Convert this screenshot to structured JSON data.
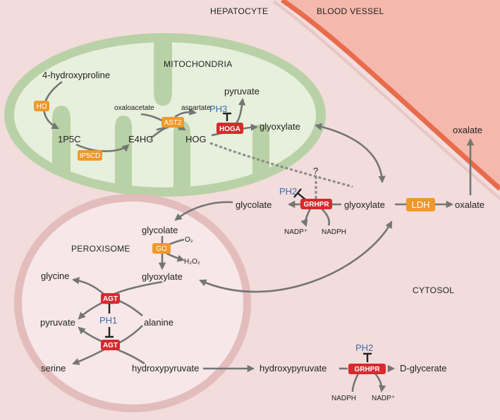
{
  "regions": {
    "hepatocyte": "HEPATOCYTE",
    "blood_vessel": "BLOOD VESSEL",
    "mitochondria": "MITOCHONDRIA",
    "peroxisome": "PEROXISOME",
    "cytosol": "CYTOSOL"
  },
  "metabolites": {
    "hydroxyproline": "4-hydroxyproline",
    "p5c": "1P5C",
    "e4hg": "E4HG",
    "oxaloacetate": "oxaloacetate",
    "aspartate": "aspartate",
    "hog": "HOG",
    "pyruvate_mito": "pyruvate",
    "glyoxylate_mito": "glyoxylate",
    "oxalate_blood": "oxalate",
    "question": "?",
    "glycolate_cyto": "glycolate",
    "glyoxylate_cyto": "glyoxylate",
    "oxalate_cyto": "oxalate",
    "nadp_plus_1": "NADP⁺",
    "nadph_1": "NADPH",
    "glycolate_perox": "glycolate",
    "o2": "O₂",
    "h2o2": "H₂O₂",
    "glyoxylate_perox": "glyoxylate",
    "glycine": "glycine",
    "alanine": "alanine",
    "pyruvate_perox": "pyruvate",
    "serine": "serine",
    "hydroxypyruvate_perox": "hydroxypyruvate",
    "hydroxypyruvate_cyto": "hydroxypyruvate",
    "d_glycerate": "D-glycerate",
    "nadph_2": "NADPH",
    "nadp_plus_2": "NADP⁺"
  },
  "enzymes": {
    "ho": "HO",
    "ip5cd": "IP5CD",
    "ast2": "AST2",
    "hoga": "HOGA",
    "ldh": "LDH",
    "grhpr_1": "GRHPR",
    "go": "GO",
    "agt_1": "AGT",
    "agt_2": "AGT",
    "grhpr_2": "GRHPR"
  },
  "disorders": {
    "ph3": "PH3",
    "ph2_1": "PH2",
    "ph1": "PH1",
    "ph2_2": "PH2"
  },
  "colors": {
    "cytosol_bg": "#f2dcdc",
    "blood_vessel": "#f5b8ac",
    "vessel_wall": "#e86b4c",
    "mito_membrane": "#b9d1a6",
    "mito_matrix": "#e7f0dc",
    "perox_membrane": "#e3bcbc",
    "perox_lumen": "#f7e7e8",
    "enzyme_orange": "#f0982a",
    "enzyme_red": "#d8292d",
    "disorder_blue": "#3b6db0",
    "arrow_gray": "#757575"
  }
}
